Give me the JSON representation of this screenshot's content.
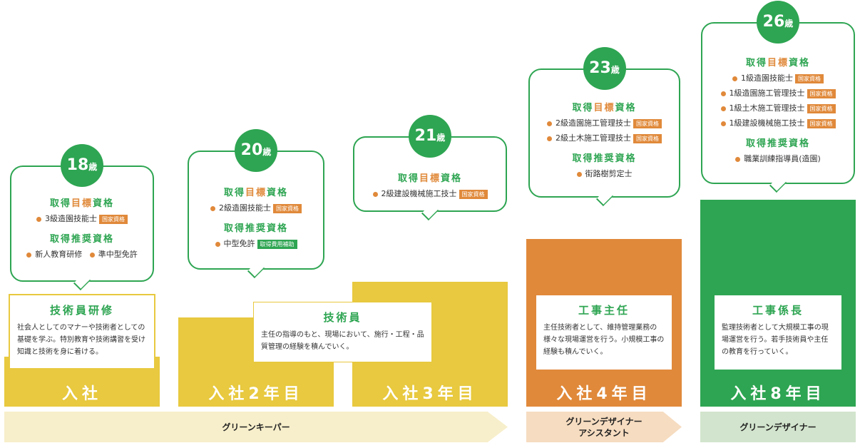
{
  "labels": {
    "target": [
      "取得",
      "目標",
      "資格"
    ],
    "recommended": "取得推奨資格",
    "national": "国家資格",
    "subsidy": "取得費用補助"
  },
  "stages": [
    {
      "age": "18",
      "age_unit": "歳",
      "target": [
        "3級造園技能士"
      ],
      "recommended": [
        "新人教育研修",
        "準中型免許"
      ],
      "title": "技術員研修",
      "desc": "社会人としてのマナーや技術者としての基礎を学ぶ。特別教育や技術講習を受け知識と技術を身に着ける。",
      "year": "入社"
    },
    {
      "age": "20",
      "age_unit": "歳",
      "target": [
        "2級造園技能士"
      ],
      "recommended": [
        "中型免許"
      ],
      "year": "入社2年目"
    },
    {
      "age": "21",
      "age_unit": "歳",
      "target": [
        "2級建設機械施工技士"
      ],
      "title": "技術員",
      "desc": "主任の指導のもと、現場において、施行・工程・品質管理の経験を積んでいく。",
      "year": "入社3年目"
    },
    {
      "age": "23",
      "age_unit": "歳",
      "target": [
        "2級造園施工管理技士",
        "2級土木施工管理技士"
      ],
      "recommended": [
        "街路樹剪定士"
      ],
      "title": "工事主任",
      "desc": "主任技術者として、維持管理業務の様々な現場運営を行う。小規模工事の経験も積んでいく。",
      "year": "入社4年目"
    },
    {
      "age": "26",
      "age_unit": "歳",
      "target": [
        "1級造園技能士",
        "1級造園施工管理技士",
        "1級土木施工管理技士",
        "1級建設機械施工技士"
      ],
      "recommended": [
        "職業訓練指導員(造園)"
      ],
      "title": "工事係長",
      "desc": "監理技術者として大規模工事の現場運営を行う。若手技術員や主任の教育を行っていく。",
      "year": "入社8年目"
    }
  ],
  "bands": [
    "グリーンキーパー",
    "グリーンデザイナー\nアシスタント",
    "グリーンデザイナー"
  ],
  "colors": {
    "green": "#2ea552",
    "orange": "#e0893a",
    "yellow": "#e8c93f"
  }
}
